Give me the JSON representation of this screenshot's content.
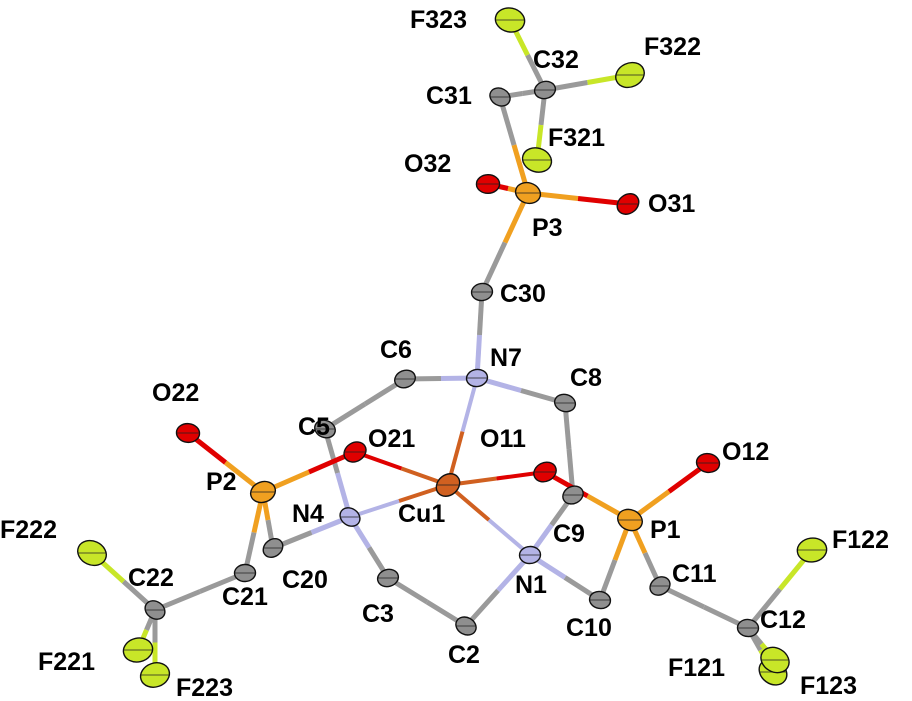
{
  "colors": {
    "C": "#8f8f8f",
    "N": "#b3b3e6",
    "O": "#e00000",
    "P": "#f0a020",
    "F": "#c8e628",
    "Cu": "#d06020",
    "bond_default": "#9a9a9a"
  },
  "atoms": [
    {
      "id": "Cu1",
      "el": "Cu",
      "label": "Cu1"
    },
    {
      "id": "N1",
      "el": "N",
      "label": "N1"
    },
    {
      "id": "N4",
      "el": "N",
      "label": "N4"
    },
    {
      "id": "N7",
      "el": "N",
      "label": "N7"
    },
    {
      "id": "C2",
      "el": "C",
      "label": "C2"
    },
    {
      "id": "C3",
      "el": "C",
      "label": "C3"
    },
    {
      "id": "C5",
      "el": "C",
      "label": "C5"
    },
    {
      "id": "C6",
      "el": "C",
      "label": "C6"
    },
    {
      "id": "C8",
      "el": "C",
      "label": "C8"
    },
    {
      "id": "C9",
      "el": "C",
      "label": "C9"
    },
    {
      "id": "C10",
      "el": "C",
      "label": "C10"
    },
    {
      "id": "C11",
      "el": "C",
      "label": "C11"
    },
    {
      "id": "C12",
      "el": "C",
      "label": "C12"
    },
    {
      "id": "C20",
      "el": "C",
      "label": "C20"
    },
    {
      "id": "C21",
      "el": "C",
      "label": "C21"
    },
    {
      "id": "C22",
      "el": "C",
      "label": "C22"
    },
    {
      "id": "C30",
      "el": "C",
      "label": "C30"
    },
    {
      "id": "C31",
      "el": "C",
      "label": "C31"
    },
    {
      "id": "C32",
      "el": "C",
      "label": "C32"
    },
    {
      "id": "P1",
      "el": "P",
      "label": "P1"
    },
    {
      "id": "P2",
      "el": "P",
      "label": "P2"
    },
    {
      "id": "P3",
      "el": "P",
      "label": "P3"
    },
    {
      "id": "O11",
      "el": "O",
      "label": "O11"
    },
    {
      "id": "O12",
      "el": "O",
      "label": "O12"
    },
    {
      "id": "O21",
      "el": "O",
      "label": "O21"
    },
    {
      "id": "O22",
      "el": "O",
      "label": "O22"
    },
    {
      "id": "O31",
      "el": "O",
      "label": "O31"
    },
    {
      "id": "O32",
      "el": "O",
      "label": "O32"
    },
    {
      "id": "F121",
      "el": "F",
      "label": "F121"
    },
    {
      "id": "F122",
      "el": "F",
      "label": "F122"
    },
    {
      "id": "F123",
      "el": "F",
      "label": "F123"
    },
    {
      "id": "F221",
      "el": "F",
      "label": "F221"
    },
    {
      "id": "F222",
      "el": "F",
      "label": "F222"
    },
    {
      "id": "F223",
      "el": "F",
      "label": "F223"
    },
    {
      "id": "F321",
      "el": "F",
      "label": "F321"
    },
    {
      "id": "F322",
      "el": "F",
      "label": "F322"
    },
    {
      "id": "F323",
      "el": "F",
      "label": "F323"
    }
  ],
  "bonds": [
    [
      "Cu1",
      "N1"
    ],
    [
      "Cu1",
      "N4"
    ],
    [
      "Cu1",
      "N7"
    ],
    [
      "Cu1",
      "O11"
    ],
    [
      "Cu1",
      "O21"
    ],
    [
      "N1",
      "C2"
    ],
    [
      "C2",
      "C3"
    ],
    [
      "C3",
      "N4"
    ],
    [
      "N4",
      "C5"
    ],
    [
      "C5",
      "C6"
    ],
    [
      "C6",
      "N7"
    ],
    [
      "N7",
      "C8"
    ],
    [
      "C8",
      "C9"
    ],
    [
      "C9",
      "N1"
    ],
    [
      "N1",
      "C10"
    ],
    [
      "C10",
      "P1"
    ],
    [
      "N4",
      "C20"
    ],
    [
      "C20",
      "P2"
    ],
    [
      "N7",
      "C30"
    ],
    [
      "C30",
      "P3"
    ],
    [
      "P1",
      "O11"
    ],
    [
      "P1",
      "O12"
    ],
    [
      "P1",
      "C11"
    ],
    [
      "C11",
      "C12"
    ],
    [
      "C12",
      "F121"
    ],
    [
      "C12",
      "F122"
    ],
    [
      "C12",
      "F123"
    ],
    [
      "P2",
      "O21"
    ],
    [
      "P2",
      "O22"
    ],
    [
      "P2",
      "C21"
    ],
    [
      "C21",
      "C22"
    ],
    [
      "C22",
      "F221"
    ],
    [
      "C22",
      "F222"
    ],
    [
      "C22",
      "F223"
    ],
    [
      "P3",
      "O31"
    ],
    [
      "P3",
      "O32"
    ],
    [
      "P3",
      "C31"
    ],
    [
      "C31",
      "C32"
    ],
    [
      "C32",
      "F321"
    ],
    [
      "C32",
      "F322"
    ],
    [
      "C32",
      "F323"
    ]
  ]
}
